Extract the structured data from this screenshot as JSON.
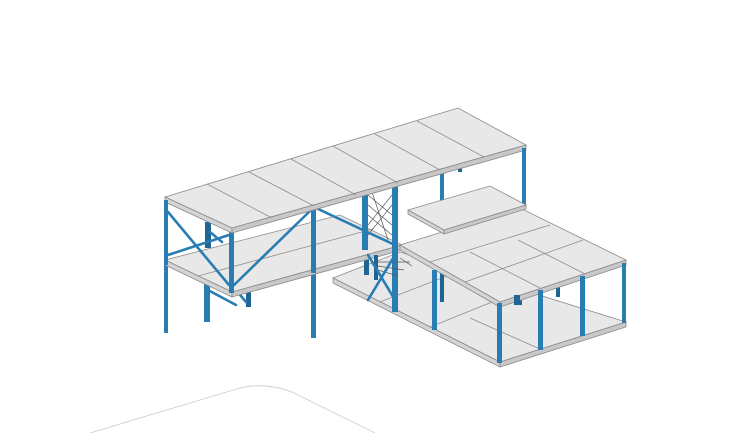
{
  "scene": {
    "type": "isometric structural frame model",
    "colors": {
      "background": "#ffffff",
      "slab": "#e8e8e8",
      "slab_edge": "#d4d4d4",
      "column": "#2a7db3",
      "outline": "#8a8a8a"
    },
    "components": [
      "floor-slabs",
      "steel-columns",
      "cross-bracing",
      "stairs",
      "ground-outline"
    ]
  }
}
